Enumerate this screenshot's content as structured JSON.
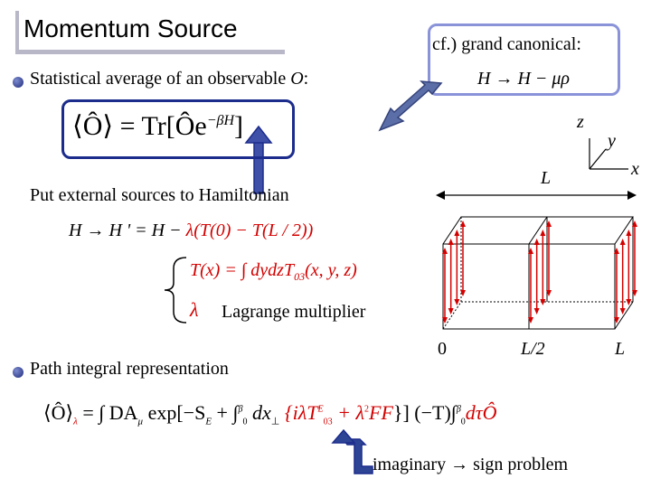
{
  "slide": {
    "title": "Momentum Source",
    "bullet1": {
      "text": "Statistical average of an observable ",
      "symbol": "O",
      "colon": ":"
    },
    "grand_canonical": {
      "label": "cf.) grand canonical:",
      "formula": "H → H − μρ"
    },
    "avg_formula": {
      "lhs": "⟨Ô⟩ = Tr[Ôe",
      "exp": "−βH",
      "rhs": "]"
    },
    "external_sources_text": "Put external sources to Hamiltonian",
    "hamiltonian_formula": {
      "lhs": "H → H ' = H − ",
      "lam": "λ(T(0) − T(L / 2))"
    },
    "T_def": {
      "lhs": "T(x) = ∫ dydzT",
      "sub": "03",
      "rhs": "(x, y, z)"
    },
    "lambda_symbol": "λ",
    "lagrange_text": "Lagrange multiplier",
    "bullet2_text": "Path integral representation",
    "path_integral": {
      "lhs": "⟨Ô⟩",
      "lhs_sub": "λ",
      "body": "= ∫ DA",
      "body_sub": "μ",
      "exp": " exp[−S",
      "exp_sub": "E",
      "mid": " + ∫",
      "int_up": "β",
      "int_low": "0",
      "dx": " dx",
      "dx_sub": "⊥",
      "brace_red": "{iλT",
      "brace_sup": "E",
      "brace_sub": "03",
      "brace_red2": " + λ",
      "sq": "2",
      "ff": "FF",
      "close": "}]",
      "tail": "(−T)∫",
      "tail_up": "β",
      "tail_low": "0",
      "dtau": "dτÔ"
    },
    "imaginary_text": "imaginary → sign problem",
    "diagram": {
      "axis_z": "z",
      "axis_y": "y",
      "axis_x": "x",
      "length_label": "L",
      "tick_0": "0",
      "tick_half": "L/2",
      "tick_L": "L"
    }
  }
}
